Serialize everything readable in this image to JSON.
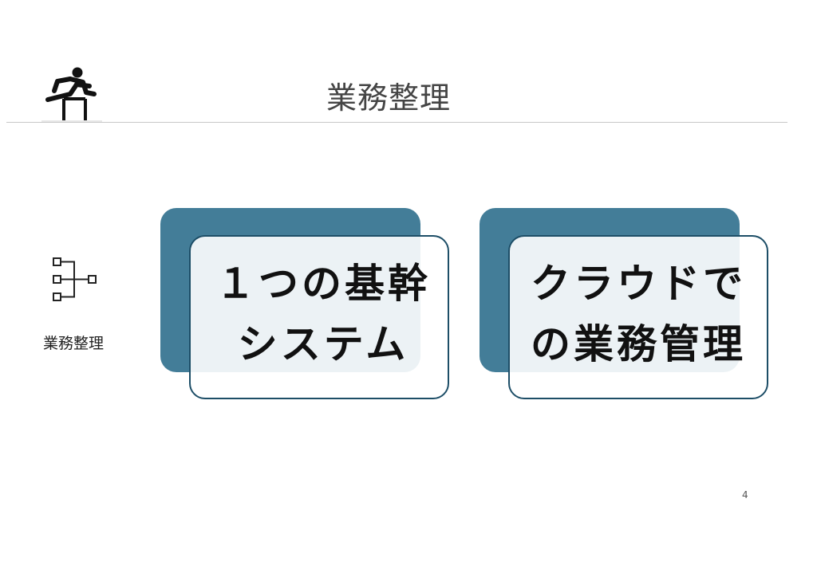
{
  "header": {
    "title": "業務整理"
  },
  "sidebar": {
    "label": "業務整理"
  },
  "cards": [
    {
      "lines": [
        "１つの基幹",
        "システム"
      ]
    },
    {
      "lines": [
        "クラウドで",
        "の業務管理"
      ]
    }
  ],
  "footer": {
    "page_number": "4"
  },
  "colors": {
    "card_fill": "#437d98",
    "card_border": "#1d4e67"
  },
  "icons": {
    "header": "hurdler-icon",
    "sidebar": "hierarchy-icon"
  }
}
